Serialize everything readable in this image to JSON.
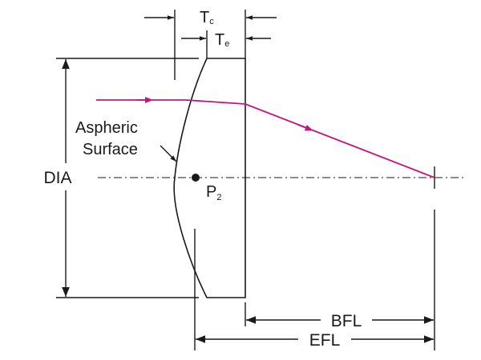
{
  "diagram": {
    "labels": {
      "center_thickness_main": "T",
      "center_thickness_sub": "c",
      "edge_thickness_main": "T",
      "edge_thickness_sub": "e",
      "aspheric_line1": "Aspheric",
      "aspheric_line2": "Surface",
      "diameter": "DIA",
      "principal_point_main": "P",
      "principal_point_sub": "2",
      "back_focal_length": "BFL",
      "effective_focal_length": "EFL"
    },
    "colors": {
      "line": "#1a1a1a",
      "ray": "#c2187a",
      "background": "#ffffff"
    }
  }
}
